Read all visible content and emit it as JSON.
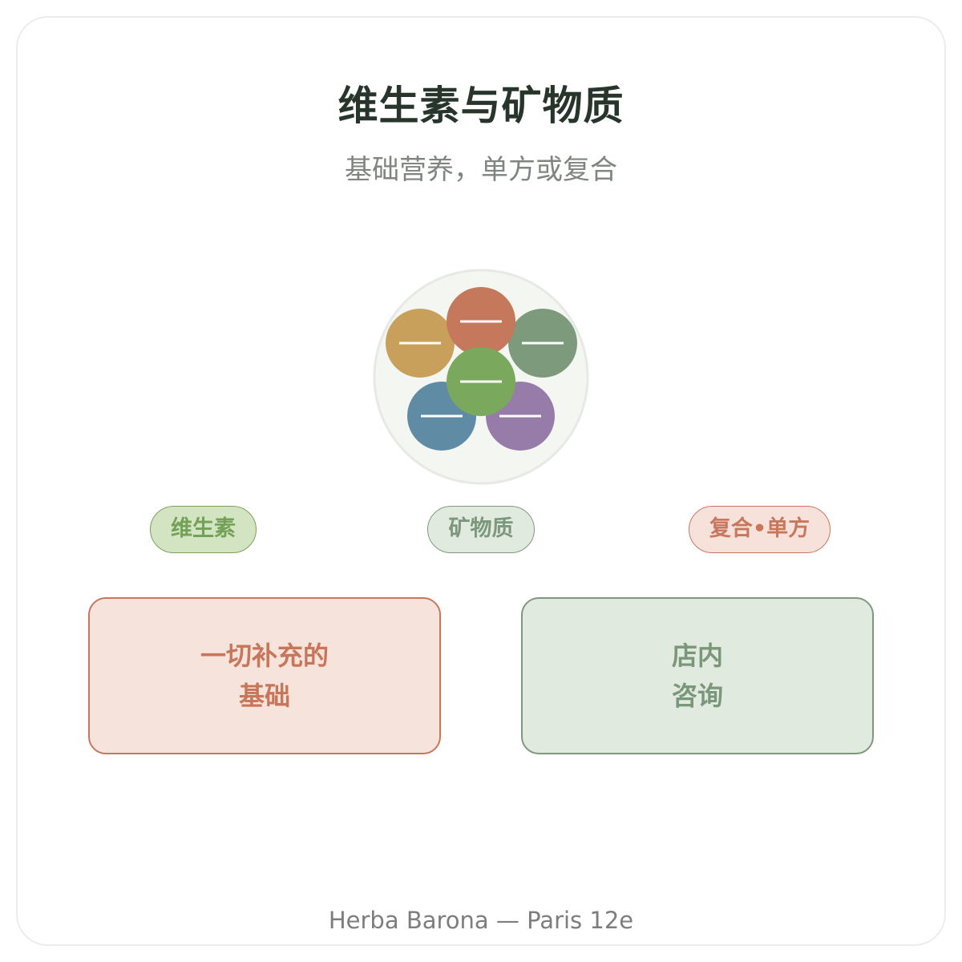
{
  "header": {
    "title": "维生素与矿物质",
    "subtitle": "基础营养，单方或复合"
  },
  "icon_cluster": {
    "icon_name": "supplement-pills-icon",
    "background_color": "#f4f6f2",
    "pill_colors": {
      "top": "#c6785c",
      "left": "#c8a05b",
      "right": "#7e9a7c",
      "bottom_left": "#5f8ba5",
      "bottom_right": "#977ba9",
      "center": "#7aa85c"
    }
  },
  "tags": {
    "vitamins": "维生素",
    "minerals": "矿物质",
    "complex_single": "复合•单方"
  },
  "boxes": {
    "left": {
      "line1": "一切补充的",
      "line2": "基础"
    },
    "right": {
      "line1": "店内",
      "line2": "咨询"
    }
  },
  "footer": {
    "text": "Herba Barona — Paris 12e"
  },
  "colors": {
    "title": "#27352b",
    "subtitle": "#7f857f",
    "terracotta": "#c9775c",
    "sage": "#7e9a7d",
    "leaf_green": "#7aa35c"
  }
}
